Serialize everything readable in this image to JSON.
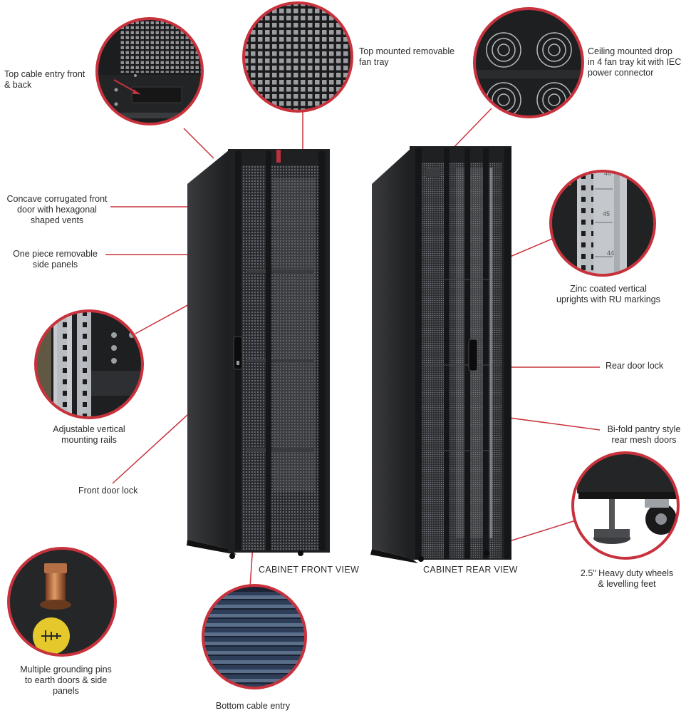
{
  "colors": {
    "accent": "#c8323c",
    "cabinet": "#1f2022",
    "background": "#ffffff"
  },
  "captions": {
    "front": "CABINET FRONT VIEW",
    "rear": "CABINET REAR VIEW"
  },
  "callouts": {
    "top_cable_entry": "Top cable entry front\n& back",
    "fan_tray": "Top mounted removable\nfan tray",
    "ceiling_fan": "Ceiling mounted drop\nin 4 fan tray kit with IEC\npower connector",
    "concave_door": "Concave corrugated front\ndoor with hexagonal\nshaped vents",
    "side_panels": "One piece removable\nside panels",
    "zinc_uprights": "Zinc coated vertical\nuprights with RU markings",
    "rear_lock": "Rear door lock",
    "adjustable_rails": "Adjustable vertical\nmounting rails",
    "bifold_doors": "Bi-fold pantry style\nrear mesh doors",
    "front_lock": "Front door lock",
    "wheels": "2.5\" Heavy duty wheels\n& levelling feet",
    "grounding": "Multiple grounding pins\nto earth doors & side\npanels",
    "bottom_entry": "Bottom cable entry"
  },
  "ru_markings": [
    "46",
    "45",
    "44"
  ]
}
